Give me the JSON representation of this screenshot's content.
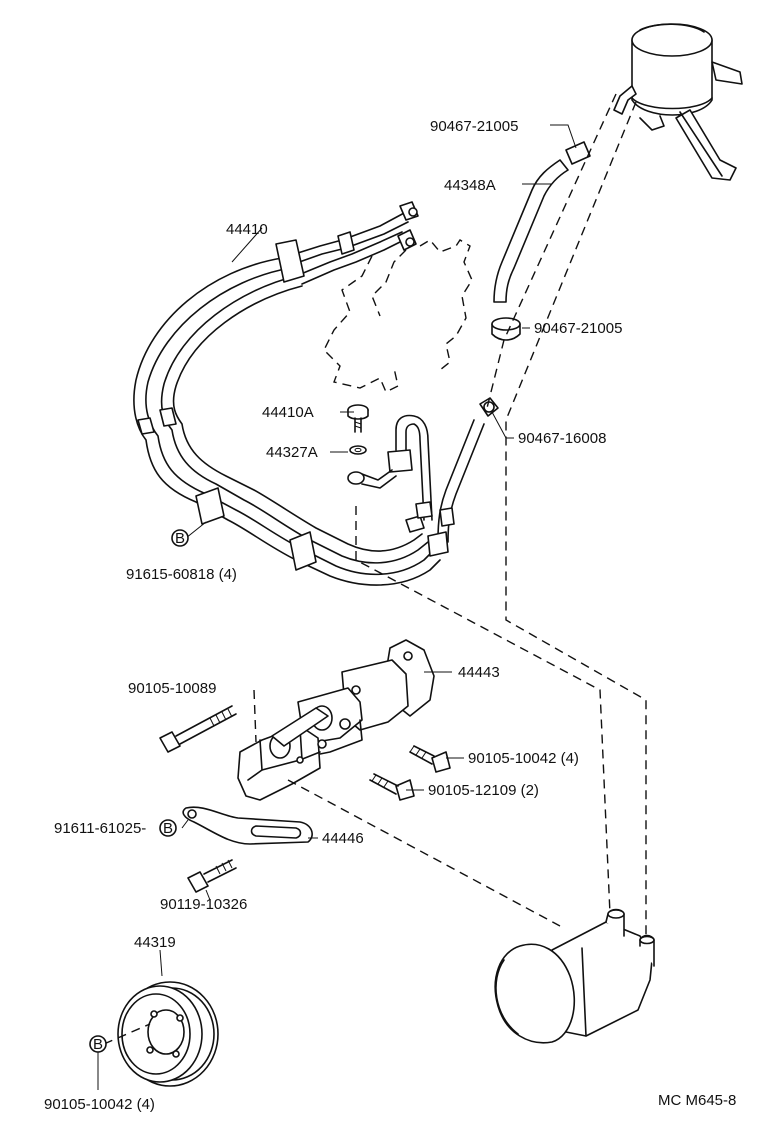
{
  "labels": {
    "clamp_upper": "90467-21005",
    "hose_upper": "44348A",
    "pressure_line": "44410",
    "clamp_mid": "90467-21005",
    "union_bolt": "44410A",
    "gasket": "44327A",
    "clamp_small": "90467-16008",
    "clamp_bolt": "91615-60818 (4)",
    "bracket": "44443",
    "long_bolt": "90105-10089",
    "bolt_4": "90105-10042 (4)",
    "bolt_2": "90105-12109 (2)",
    "adjust_bolt": "91611-61025-",
    "adjust_bar": "44446",
    "pivot_bolt": "90119-10326",
    "pulley": "44319",
    "pulley_bolt": "90105-10042 (4)",
    "drawing_code": "MC M645-8"
  },
  "markers": {
    "b": "B"
  }
}
